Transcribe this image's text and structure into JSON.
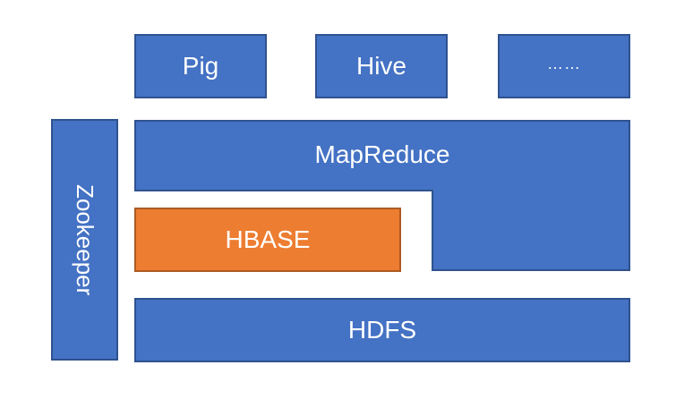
{
  "diagram": {
    "blocks": {
      "pig": "Pig",
      "hive": "Hive",
      "more": "……",
      "zookeeper": "Zookeeper",
      "mapreduce": "MapReduce",
      "hbase": "HBASE",
      "hdfs": "HDFS"
    },
    "colors": {
      "blue_fill": "#4472c4",
      "blue_border": "#2f528f",
      "orange_fill": "#ed7d31",
      "orange_border": "#ae5a21",
      "text": "#ffffff"
    }
  }
}
